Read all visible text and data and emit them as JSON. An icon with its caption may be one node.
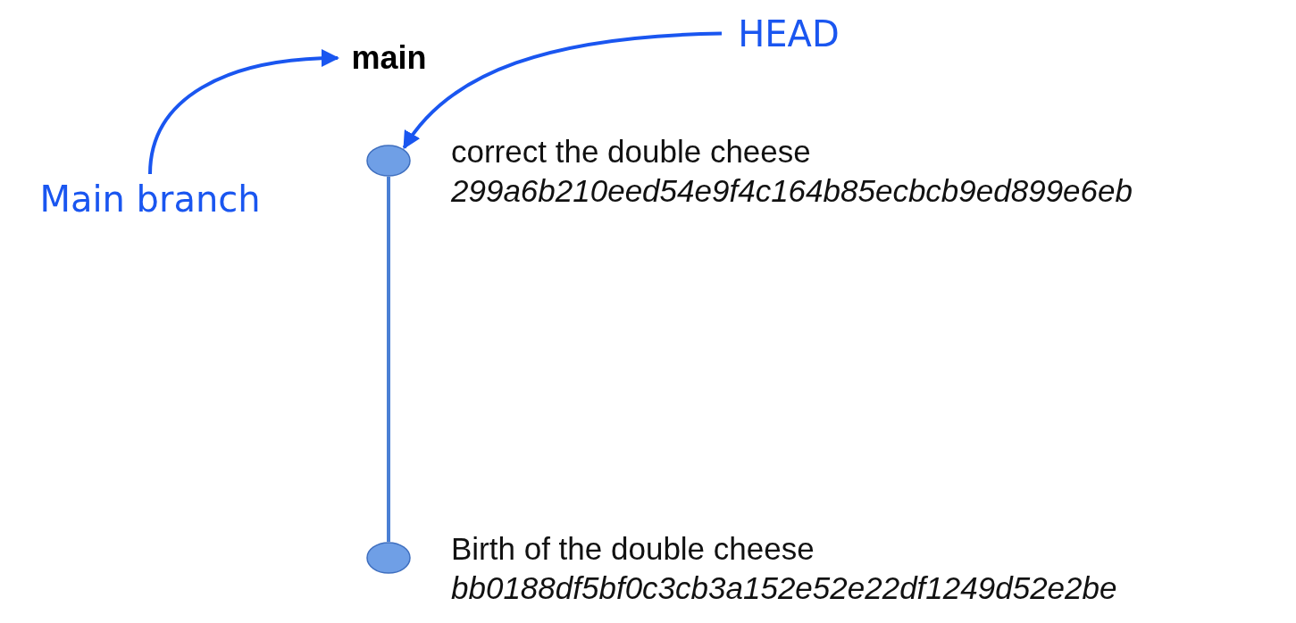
{
  "diagram": {
    "nodes": [
      {
        "text": [
          "main"
        ]
      },
      {
        "text": [
          "Main branch"
        ]
      },
      {
        "text": [
          "HEAD"
        ]
      },
      {
        "text": [],
        "shape": "circle",
        "beside": [
          "correct the double cheese",
          "299a6b210eed54e9f4c164b85ecbcb9ed899e6eb"
        ]
      },
      {
        "text": [],
        "shape": "circle",
        "beside": [
          "Birth of the double cheese",
          "bb0188df5bf0c3cb3a152e52e22df1249d52e2be"
        ]
      }
    ],
    "edges": [
      {
        "from": 1,
        "to": 0,
        "arrow": "to",
        "color": "#1a56f0"
      },
      {
        "from": 2,
        "to": 3,
        "arrow": "to",
        "color": "#1a56f0"
      },
      {
        "from": 3,
        "to": 4,
        "arrow": "none",
        "color": "#4a7fd4"
      }
    ]
  }
}
